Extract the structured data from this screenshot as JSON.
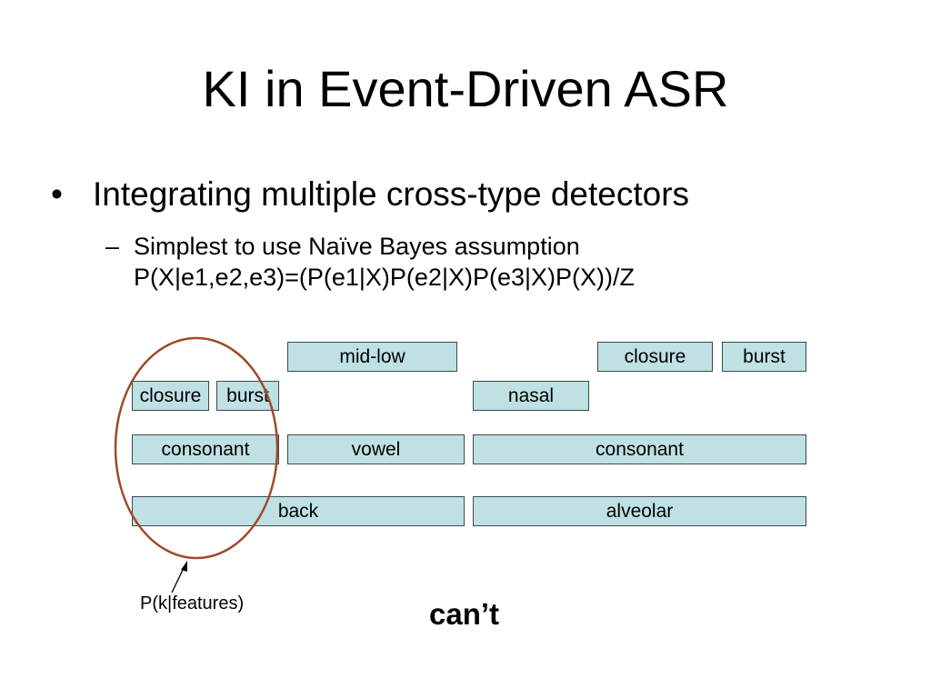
{
  "slide": {
    "title": "KI in Event-Driven ASR",
    "bullet": "Integrating multiple cross-type detectors",
    "bullet_marker": "•",
    "sub_marker": "–",
    "sub_line1": "Simplest to use Naïve Bayes assumption",
    "sub_line2": "P(X|e1,e2,e3)=(P(e1|X)P(e2|X)P(e3|X)P(X))/Z"
  },
  "diagram": {
    "row1": {
      "mid_low": "mid-low",
      "closure": "closure",
      "burst": "burst"
    },
    "row2": {
      "closure": "closure",
      "burst": "burst",
      "nasal": "nasal"
    },
    "row3": {
      "consonant_left": "consonant",
      "vowel": "vowel",
      "consonant_right": "consonant"
    },
    "row4": {
      "back": "back",
      "alveolar": "alveolar"
    },
    "annotation": "P(k|features)",
    "word": "can’t",
    "ellipse_color": "#a0492a",
    "box_fill": "#bfe1e3"
  }
}
